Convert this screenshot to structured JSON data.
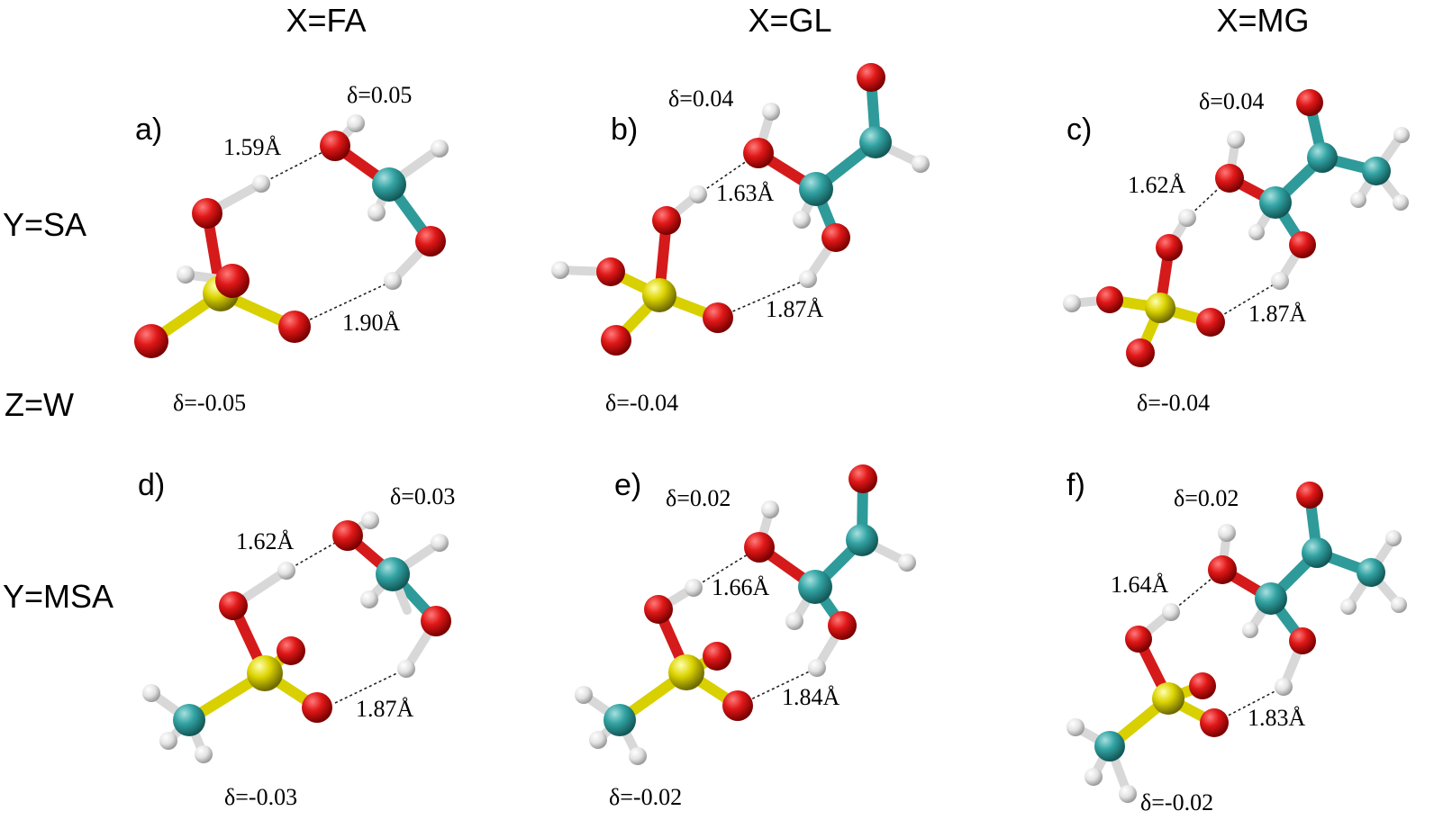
{
  "columns": [
    "X=FA",
    "X=GL",
    "X=MG"
  ],
  "rows": {
    "y_sa": "Y=SA",
    "z_w": "Z=W",
    "y_msa": "Y=MSA"
  },
  "colors": {
    "oxygen": "#d41a1a",
    "carbon": "#2f9a9a",
    "sulfur": "#d8d000",
    "hydrogen": "#e6e6e6"
  },
  "panels": [
    {
      "label": "a)",
      "delta_top": "δ=0.05",
      "delta_bottom": "δ=-0.05",
      "hbond_1": "1.59Å",
      "hbond_2": "1.90Å"
    },
    {
      "label": "b)",
      "delta_top": "δ=0.04",
      "delta_bottom": "δ=-0.04",
      "hbond_1": "1.63Å",
      "hbond_2": "1.87Å"
    },
    {
      "label": "c)",
      "delta_top": "δ=0.04",
      "delta_bottom": "δ=-0.04",
      "hbond_1": "1.62Å",
      "hbond_2": "1.87Å"
    },
    {
      "label": "d)",
      "delta_top": "δ=0.03",
      "delta_bottom": "δ=-0.03",
      "hbond_1": "1.62Å",
      "hbond_2": "1.87Å"
    },
    {
      "label": "e)",
      "delta_top": "δ=0.02",
      "delta_bottom": "δ=-0.02",
      "hbond_1": "1.66Å",
      "hbond_2": "1.84Å"
    },
    {
      "label": "f)",
      "delta_top": "δ=0.02",
      "delta_bottom": "δ=-0.02",
      "hbond_1": "1.64Å",
      "hbond_2": "1.83Å"
    }
  ]
}
